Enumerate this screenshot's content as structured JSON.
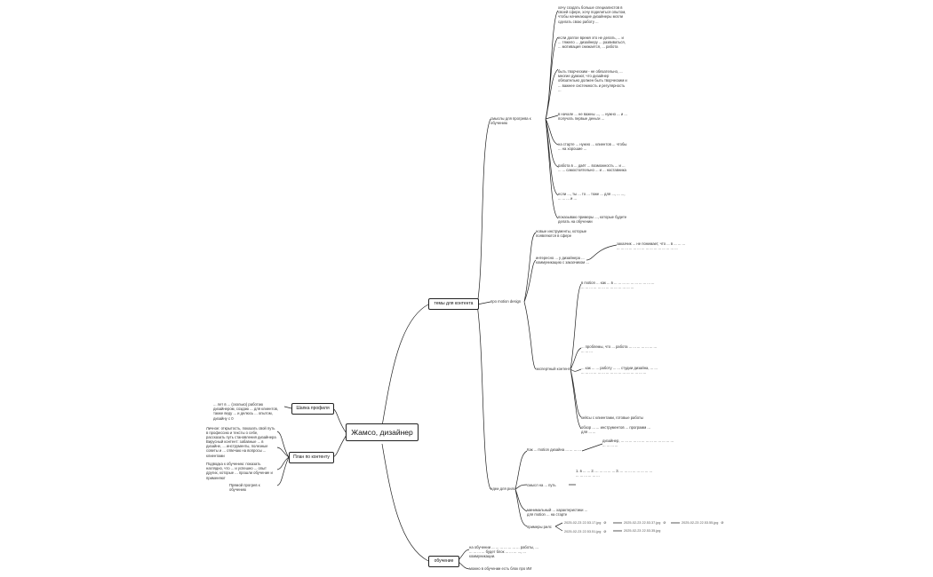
{
  "root": "Жамсо, дизайнер",
  "branches": {
    "profile_header": {
      "label": "Шапка профиля",
      "items": [
        "... лет в ... (сколько) работаю дизайнером, создаю ... для клиентов, также веду ... и делюсь ... опытом, дизайну с 0"
      ]
    },
    "content_plan": {
      "label": "План по контенту",
      "items": [
        "Личное: открытость, показать свой путь в профессию и тексты о себе, рассказать путь становления дизайнера",
        "Вирусный контент: забавные ... в дизайне, ... инструменты, полезные советы и ... отвечаю на вопросы ... клиентами",
        "Подводка к обучению: показать наглядно, что ... и успешно ... опыт других, которые ... прошли обучение и применяют",
        "Прямой прогрев к обучению"
      ]
    },
    "content_topics": {
      "label": "темы для контента",
      "meanings": {
        "label": "смыслы для прогрева к обучению",
        "items": [
          "хочу создать больше специалистов в своей сфере, хочу поделиться опытом, чтобы начинающие дизайнеры могли сделать свою работу ...",
          "если долгое время это не делать, ... и ... тяжело ... дизайнеру ... развиваться, ... мотивация снижается, ... работа",
          "быть творческим - не обязательно, ... многие думают, что дизайнер обязательно должен быть творческим и ... важнее системность и регулярность ...",
          "в начале ... не важны ..., ... нужно ... и ... получать первые деньги ...",
          "на старте ... нужно ... клиентов ... чтобы ... на хорошие ...",
          "работа в ... даёт ... возможность ... и ... ... ... самостоятельно ... и ... наставника",
          "если ..., ты ... то ... тоже ... для ..., ... ..., ... ... ... и ...",
          "показываю примеры ..., которые будете делать на обучении"
        ]
      },
      "about_design": {
        "label": "про motion design",
        "items": [
          "новые инструменты, которые появляются в сфере",
          "интересно ... у дизайнера ... коммуникацию с заказчиком ...",
          "экспертный контент"
        ],
        "client_note": "заказчик ... не понимает, что ... в ... ... ... ... ... ... ... ... ... ... ... ... ... ... ... ... ... ...",
        "expert": [
          "в motion ... как ... в ... ... ... ... ... ... ... ... ... ... ... ... ... ... ... ... ... ... ... ... ... ... ...",
          "... проблемы, что ... работа ... ... ... ... ... ... ... ... ... ...",
          "... как ... ... работу ... ... студии дизайна, ... ... ... ... ... ... ... ... ... ... ... ... ... ... ... ... ... ...",
          "кейсы с клиентами, готовые работы",
          "обзор ... ... инструментов ... программ ... для ... ..."
        ]
      },
      "ideas_reels": {
        "label": "идеи для рилс",
        "items": [
          "Как ... motion дизайна ... ... ... ...",
          "смысл на ... путь",
          "минимальный ... характеристики ... для motion ... на старте",
          "примеры рилс"
        ],
        "notes": [
          "дизайнер, ... ... ... ... ... ... ... ... ... ... ... ... ... ... ... ... ...",
          "1. в ... ... 2. ... ... ... ... ... 3. ... ... ... ... ... ... ... ... ... ... ... ... ... ..."
        ],
        "files": [
          "2025-02-23 22.53.17.jpg",
          "2025-02-23 22.53.37.jpg",
          "2025-02-23 22.53.55.jpg",
          "2025-02-23 22.53.51.jpg",
          "2025-02-23 22.53.35.jpg"
        ]
      }
    },
    "training": {
      "label": "обучение",
      "items": [
        "на обучении ... ... ... ... ... ... ... работы, ... ... ... ... ... будет блок ... ... ... ..., ... коммуникации.",
        "можно в обучении есть блок про ИИ"
      ]
    }
  }
}
